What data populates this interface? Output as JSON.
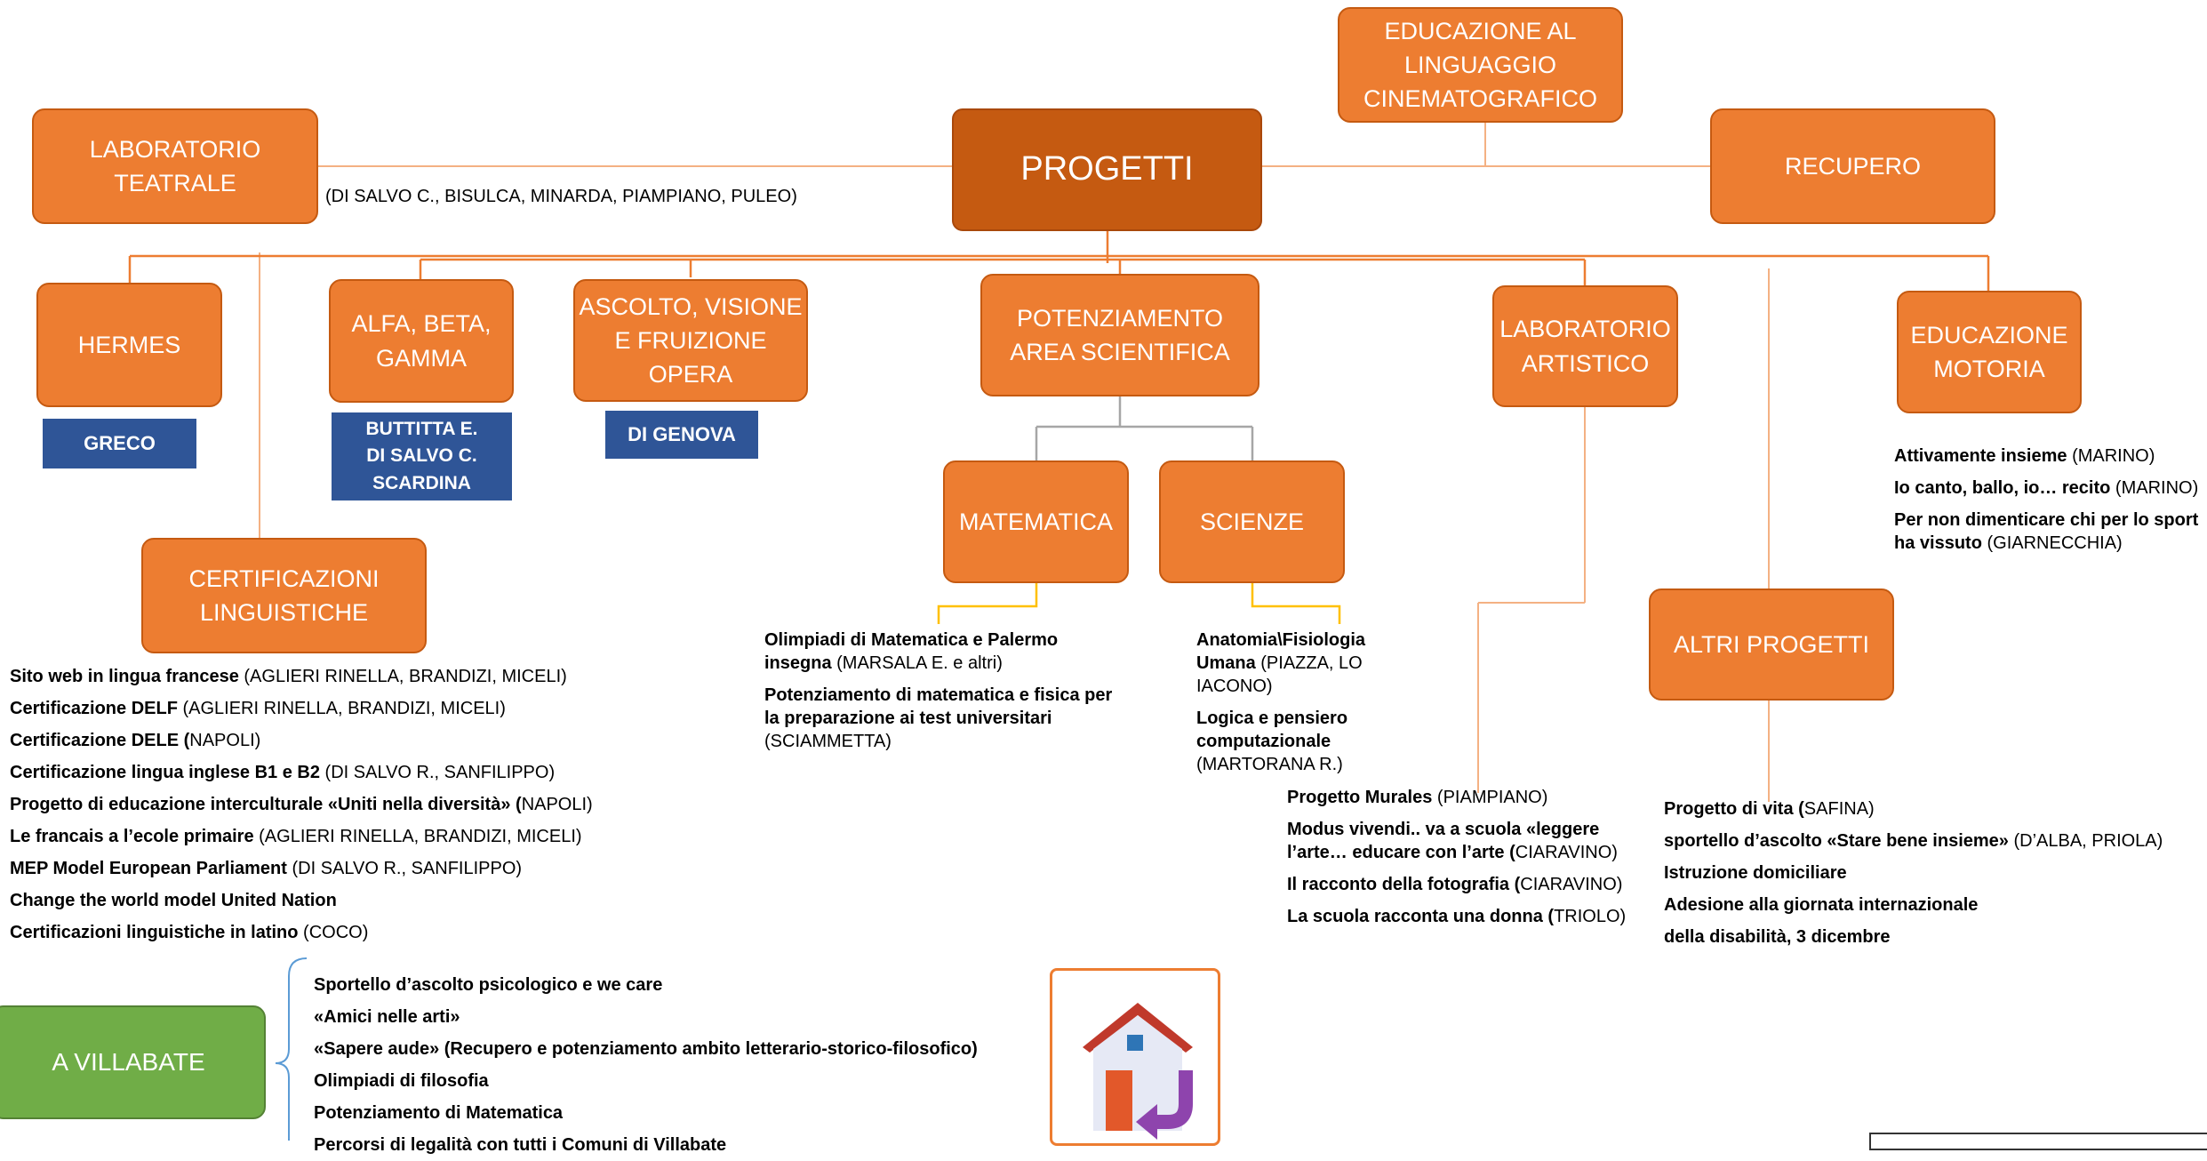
{
  "center": {
    "title": "PROGETTI"
  },
  "top_boxes": {
    "teatrale": "LABORATORIO\nTEATRALE",
    "cinema": "EDUCAZIONE AL\nLINGUAGGIO\nCINEMATOGRAFICO",
    "recupero": "RECUPERO"
  },
  "teatrale_names": "(DI SALVO C., BISULCA, MINARDA, PIAMPIANO, PULEO)",
  "row_boxes": {
    "hermes": "HERMES",
    "alfa": "ALFA, BETA,\nGAMMA",
    "ascolto": "ASCOLTO, VISIONE\nE FRUIZIONE OPERA",
    "potenziamento": "POTENZIAMENTO\nAREA SCIENTIFICA",
    "artistico": "LABORATORIO\nARTISTICO",
    "motoria": "EDUCAZIONE\nMOTORIA"
  },
  "tags": {
    "greco": "GRECO",
    "alfa_names": "BUTTITTA E.\nDI SALVO C.\nSCARDINA",
    "di_genova": "DI GENOVA"
  },
  "sub_boxes": {
    "matematica": "MATEMATICA",
    "scienze": "SCIENZE",
    "certificazioni": "CERTIFICAZIONI\nLINGUISTICHE",
    "altri": "ALTRI PROGETTI",
    "villabate": "A VILLABATE"
  },
  "lists": {
    "certificazioni": [
      {
        "bold": "Sito web in lingua francese",
        "rest": " (AGLIERI RINELLA, BRANDIZI, MICELI)"
      },
      {
        "bold": "Certificazione DELF",
        "rest": "  (AGLIERI RINELLA, BRANDIZI, MICELI)"
      },
      {
        "bold": "Certificazione DELE (",
        "rest": "NAPOLI)"
      },
      {
        "bold": "Certificazione lingua inglese B1 e B2",
        "rest": " (DI SALVO R., SANFILIPPO)"
      },
      {
        "bold": "Progetto di educazione interculturale «Uniti nella diversità» (",
        "rest": "NAPOLI)"
      },
      {
        "bold": "Le francais a l’ecole primaire",
        "rest": " (AGLIERI RINELLA, BRANDIZI, MICELI)"
      },
      {
        "bold": "MEP Model European Parliament",
        "rest": " (DI SALVO R., SANFILIPPO)"
      },
      {
        "bold": "Change the world model United Nation",
        "rest": ""
      },
      {
        "bold": "Certificazioni linguistiche in latino",
        "rest": " (COCO)"
      }
    ],
    "matematica": [
      {
        "bold": "Olimpiadi di Matematica e Palermo insegna",
        "rest": " (MARSALA E. e altri)"
      },
      {
        "bold": "Potenziamento di matematica e fisica per la preparazione ai test universitari",
        "rest": " (SCIAMMETTA)"
      }
    ],
    "scienze": [
      {
        "bold": "Anatomia\\Fisiologia Umana",
        "rest": " (PIAZZA, LO IACONO)"
      },
      {
        "bold": "Logica e pensiero computazionale",
        "rest": " (MARTORANA R.)"
      }
    ],
    "artistico": [
      {
        "bold": "Progetto Murales",
        "rest": " (PIAMPIANO)"
      },
      {
        "bold": "Modus vivendi.. va a scuola «leggere l’arte… educare con l’arte (",
        "rest": "CIARAVINO)"
      },
      {
        "bold": "Il racconto della fotografia (",
        "rest": "CIARAVINO)"
      },
      {
        "bold": "La scuola racconta una donna (",
        "rest": "TRIOLO)"
      }
    ],
    "motoria": [
      {
        "bold": "Attivamente insieme",
        "rest": " (MARINO)"
      },
      {
        "bold": "Io canto, ballo, io… recito",
        "rest": " (MARINO)"
      },
      {
        "bold": "Per non dimenticare chi per lo sport ha vissuto",
        "rest": "  (GIARNECCHIA)"
      }
    ],
    "altri": [
      {
        "bold": "Progetto di vita (",
        "rest": "SAFINA)"
      },
      {
        "bold": "sportello d’ascolto «Stare bene insieme»",
        "rest": " (D’ALBA, PRIOLA)"
      },
      {
        "bold": "Istruzione domiciliare",
        "rest": ""
      },
      {
        "bold": "Adesione alla giornata internazionale",
        "rest": ""
      },
      {
        "bold": "della disabilità, 3 dicembre",
        "rest": ""
      }
    ],
    "villabate": [
      {
        "bold": "Sportello d’ascolto psicologico e we care",
        "rest": ""
      },
      {
        "bold": "«Amici nelle arti»",
        "rest": ""
      },
      {
        "bold": "«Sapere aude» (Recupero e potenziamento ambito letterario-storico-filosofico)",
        "rest": ""
      },
      {
        "bold": "Olimpiadi di filosofia",
        "rest": ""
      },
      {
        "bold": "Potenziamento di Matematica",
        "rest": ""
      },
      {
        "bold": "Percorsi di legalità con tutti i Comuni di Villabate",
        "rest": ""
      }
    ]
  },
  "icons": {
    "home": "home-return-icon"
  },
  "colors": {
    "orange": "#ED7D31",
    "dark_orange": "#C55A11",
    "blue_tag": "#2F5597",
    "green": "#70AD47",
    "connector_gray": "#A6A6A6",
    "connector_yellow": "#FFC000"
  }
}
